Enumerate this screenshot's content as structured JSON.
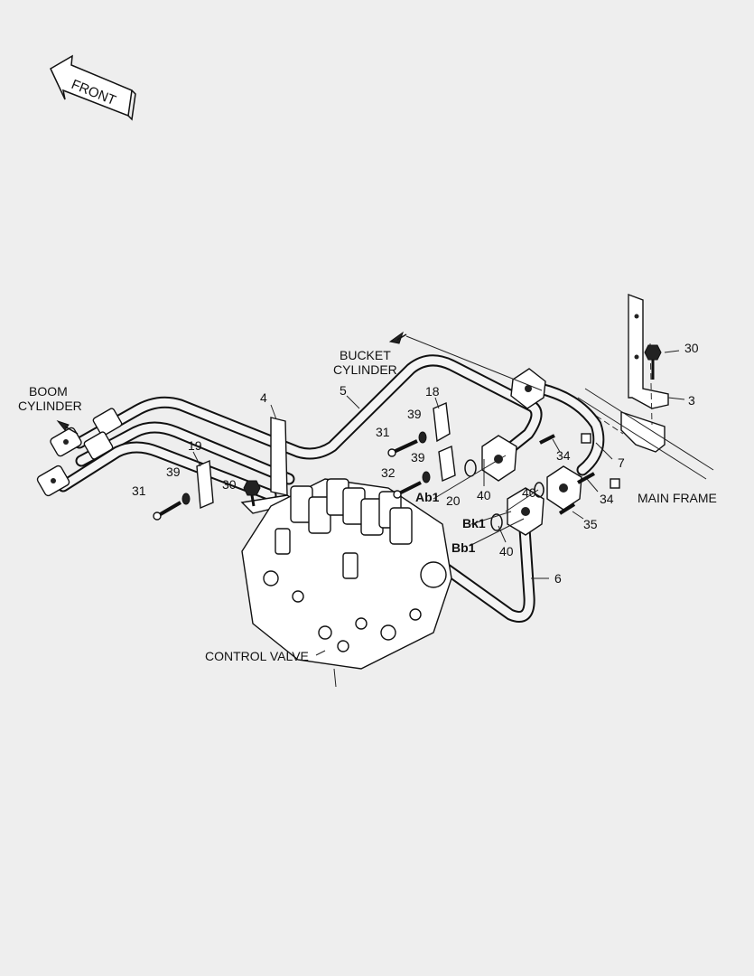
{
  "direction_arrow": {
    "label": "FRONT"
  },
  "assembly_labels": {
    "bucket_cylinder": [
      "BUCKET",
      "CYLINDER"
    ],
    "boom_cylinder": [
      "BOOM",
      "CYLINDER"
    ],
    "main_frame": "MAIN FRAME",
    "control_valve": "CONTROL VALVE"
  },
  "port_labels": {
    "ab1": "Ab1",
    "bk1": "Bk1",
    "bb1": "Bb1"
  },
  "callouts": {
    "c30a": "30",
    "c3": "3",
    "c4": "4",
    "c5": "5",
    "c18": "18",
    "c39a": "39",
    "c31a": "31",
    "c39b": "39",
    "c32": "32",
    "c20": "20",
    "c40a": "40",
    "c34a": "34",
    "c7": "7",
    "c40b": "40",
    "c34b": "34",
    "c35": "35",
    "c40c": "40",
    "c6": "6",
    "c19": "19",
    "c39c": "39",
    "c31b": "31",
    "c30b": "30"
  }
}
